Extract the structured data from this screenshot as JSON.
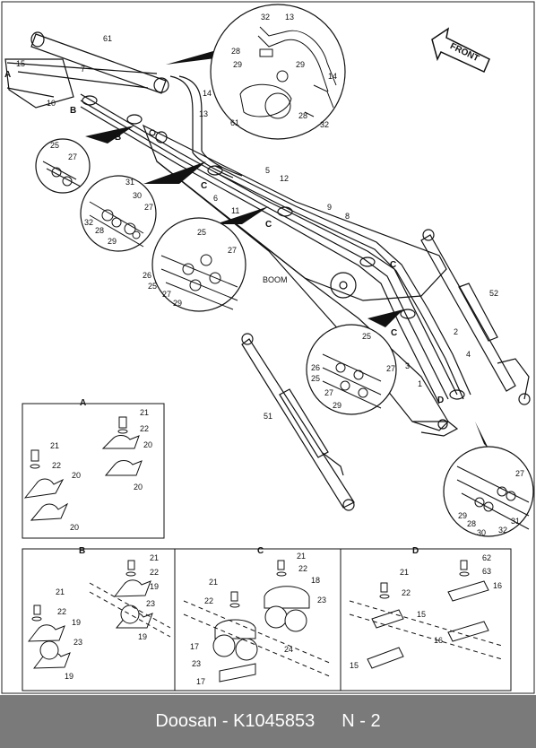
{
  "footer": {
    "part": "Doosan - K1045853",
    "page": "N - 2"
  },
  "front_label": "FRONT",
  "boom_label": "BOOM",
  "main_labels": {
    "n61": "61",
    "n7": "7",
    "n10": "10",
    "n15": "15",
    "nB1": "B",
    "nB2": "B",
    "nA": "A",
    "n14": "14",
    "n13": "13",
    "n5": "5",
    "n12": "12",
    "n6": "6",
    "n11": "11",
    "nC1": "C",
    "nC2": "C",
    "nC3": "C",
    "nC4": "C",
    "n9": "9",
    "n8": "8",
    "n52": "52",
    "n51": "51",
    "n2": "2",
    "n3": "3",
    "n4": "4",
    "n1": "1",
    "nD": "D"
  },
  "callouts": {
    "top": {
      "n32": "32",
      "n13": "13",
      "n28": "28",
      "n29a": "29",
      "n29b": "29",
      "n14": "14",
      "n28b": "28",
      "n32b": "32",
      "n61": "61"
    },
    "c1": {
      "n25": "25",
      "n27": "27"
    },
    "c2": {
      "n31": "31",
      "n30": "30",
      "n27": "27",
      "n32": "32",
      "n28": "28",
      "n29": "29"
    },
    "c3": {
      "n25": "25",
      "n27": "27",
      "n26": "26",
      "n25b": "25",
      "n27b": "27",
      "n29": "29"
    },
    "c4": {
      "n25": "25",
      "n26": "26",
      "n25b": "25",
      "n27": "27",
      "n27b": "27",
      "n29": "29"
    },
    "c5": {
      "n27": "27",
      "n29": "29",
      "n28": "28",
      "n31": "31",
      "n30": "30",
      "n32": "32"
    }
  },
  "detail_A": {
    "title": "A",
    "n21a": "21",
    "n22a": "22",
    "n20a": "20",
    "n20b": "20",
    "n21b": "21",
    "n22b": "22",
    "n20c": "20",
    "n20d": "20"
  },
  "detail_B": {
    "title": "B",
    "n21a": "21",
    "n22a": "22",
    "n19a": "19",
    "n23a": "23",
    "n19b": "19",
    "n21b": "21",
    "n22b": "22",
    "n19c": "19",
    "n23b": "23",
    "n19d": "19"
  },
  "detail_C": {
    "title": "C",
    "n21a": "21",
    "n22a": "22",
    "n18": "18",
    "n23a": "23",
    "n21b": "21",
    "n22b": "22",
    "n17a": "17",
    "n24": "24",
    "n23b": "23",
    "n17b": "17"
  },
  "detail_D": {
    "title": "D",
    "n62": "62",
    "n63": "63",
    "n16a": "16",
    "n21": "21",
    "n22": "22",
    "n15a": "15",
    "n16b": "16",
    "n15b": "15"
  }
}
